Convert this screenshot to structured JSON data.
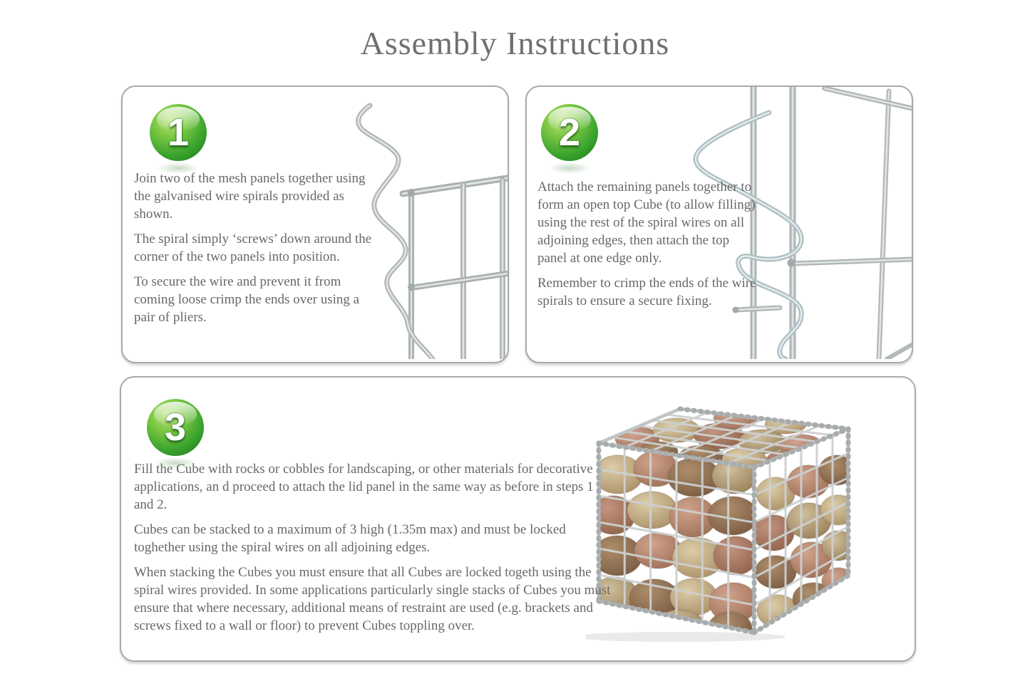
{
  "title": "Assembly Instructions",
  "steps": [
    {
      "number": "1",
      "photo_icon": "spiral-wire-and-mesh-corner-photo",
      "paragraphs": [
        "Join two of the mesh panels together using the galvanised wire spirals provided as shown.",
        "The spiral simply ‘screws’ down around the corner of the two panels into position.",
        "To secure the wire and prevent it from coming loose crimp the ends over using a pair of pliers."
      ]
    },
    {
      "number": "2",
      "photo_icon": "spiral-wire-joining-panels-photo",
      "paragraphs": [
        "Attach the remaining panels together to form an open top Cube (to allow filling) using the rest of the spiral wires on all adjoining edges, then attach the top panel at one edge only.",
        "Remember to crimp the ends of the wire spirals to ensure a secure fixing."
      ]
    },
    {
      "number": "3",
      "photo_icon": "gabion-cube-filled-with-rocks-photo",
      "paragraphs": [
        "Fill the Cube with rocks or cobbles for landscaping, or other materials for decorative applications, an  d proceed to attach the lid panel in the same way as before in steps 1 and 2.",
        "Cubes can be stacked to a maximum of 3 high (1.35m max) and must be locked toghether using the spiral wires on all adjoining edges.",
        "When stacking the Cubes you must ensure that all Cubes are locked togeth using the spiral wires provided. In some applications particularly single stacks of Cubes you must ensure that where necessary, additional means of restraint are used (e.g. brackets and screws fixed to a wall or floor) to prevent Cubes toppling over."
      ]
    }
  ],
  "colors": {
    "title_text": "#6f6f6f",
    "body_text": "#686868",
    "panel_border": "#a9a9a9",
    "badge_green_light": "#b9e27b",
    "badge_green_dark": "#177119",
    "wire_gray": "#b4babb",
    "rock_tan": "#c8b78f",
    "rock_brown": "#9a7a5e",
    "rock_pink": "#c08f79"
  }
}
